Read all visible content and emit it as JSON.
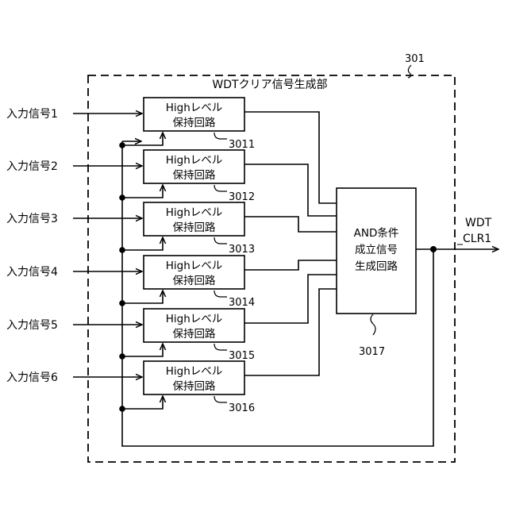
{
  "outer_ref": "301",
  "outer_title": "WDTクリア信号生成部",
  "inputs": [
    "入力信号1",
    "入力信号2",
    "入力信号3",
    "入力信号4",
    "入力信号5",
    "入力信号6"
  ],
  "hold_blocks": [
    {
      "line1": "Highレベル",
      "line2": "保持回路",
      "ref": "3011"
    },
    {
      "line1": "Highレベル",
      "line2": "保持回路",
      "ref": "3012"
    },
    {
      "line1": "Highレベル",
      "line2": "保持回路",
      "ref": "3013"
    },
    {
      "line1": "Highレベル",
      "line2": "保持回路",
      "ref": "3014"
    },
    {
      "line1": "Highレベル",
      "line2": "保持回路",
      "ref": "3015"
    },
    {
      "line1": "Highレベル",
      "line2": "保持回路",
      "ref": "3016"
    }
  ],
  "and_block": {
    "lines": [
      "AND条件",
      "成立信号",
      "生成回路"
    ],
    "ref": "3017"
  },
  "output": {
    "line1": "WDT",
    "line2": "_CLR1"
  }
}
